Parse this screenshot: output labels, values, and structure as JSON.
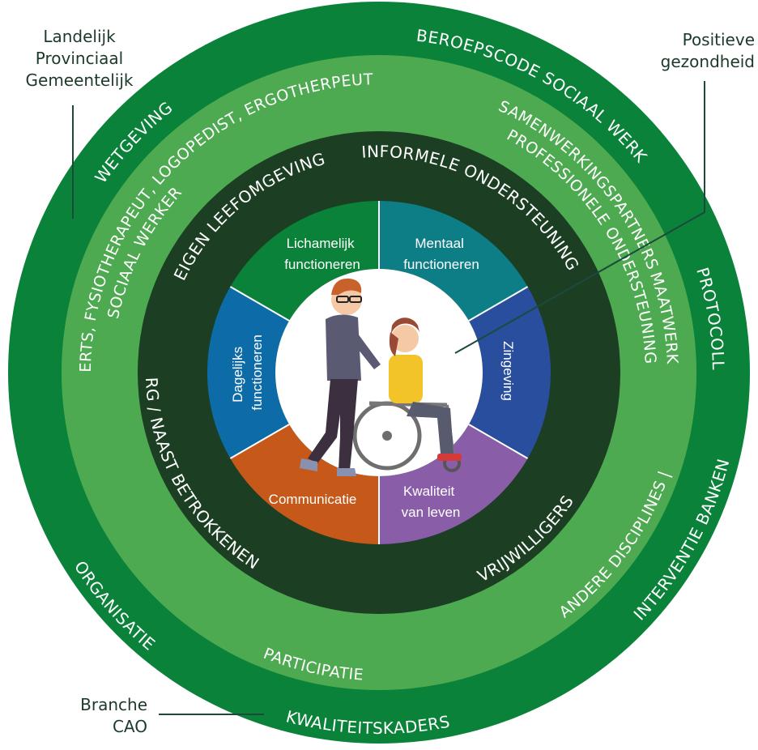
{
  "colors": {
    "outer": "#0a8239",
    "mid": "#4daa50",
    "inner": "#1c3f23",
    "lines": "#1b4a3d",
    "lichamelijk": "#0a8239",
    "mentaal": "#0e7e86",
    "zingeving": "#2a4e9e",
    "kwaliteit": "#8a5da8",
    "communicatie": "#c65819",
    "dagelijks": "#0d6ca7"
  },
  "outer_ring": {
    "wetgeving": "WETGEVING",
    "beroepscode": "BEROEPSCODE SOCIAAL WERK",
    "protocollen": "PROTOCOLLEN",
    "organisatie": "ORGANISATIE",
    "kwaliteitskaders": "KWALITEITSKADERS",
    "interventie": "INTERVENTIE BANKEN"
  },
  "middle_ring": {
    "experts_line1": "EXPERTS, FYSIOTHERAPEUT, LOGOPEDIST, ERGOTHERPEUT",
    "experts_line2": "SOCIAAL WERKER",
    "samenwerking": "SAMENWERKINGSPARTNERS",
    "maatwerk": "MAATWERK",
    "professionele": "PROFESSIONELE ONDERSTEUNING",
    "participatie": "PARTICIPATIE",
    "andere": "ANDERE DISCIPLINES |"
  },
  "inner_ring": {
    "eigen": "EIGEN LEEFOMGEVING",
    "informele": "INFORMELE ONDERSTEUNING",
    "mantelzorg": "MANTELZORG / NAAST BETROKKENEN",
    "vrijwilligers": "VRIJWILLIGERS"
  },
  "segments": {
    "lichamelijk": [
      "Lichamelijk",
      "functioneren"
    ],
    "mentaal": [
      "Mentaal",
      "functioneren"
    ],
    "zingeving": "Zingeving",
    "kwaliteit": [
      "Kwaliteit",
      "van leven"
    ],
    "communicatie": "Communicatie",
    "dagelijks": [
      "Dagelijks",
      "functioneren"
    ]
  },
  "annotations": {
    "levels": [
      "Landelijk",
      "Provinciaal",
      "Gemeentelijk"
    ],
    "positieve": [
      "Positieve",
      "gezondheid"
    ],
    "branche": [
      "Branche",
      "CAO"
    ]
  }
}
